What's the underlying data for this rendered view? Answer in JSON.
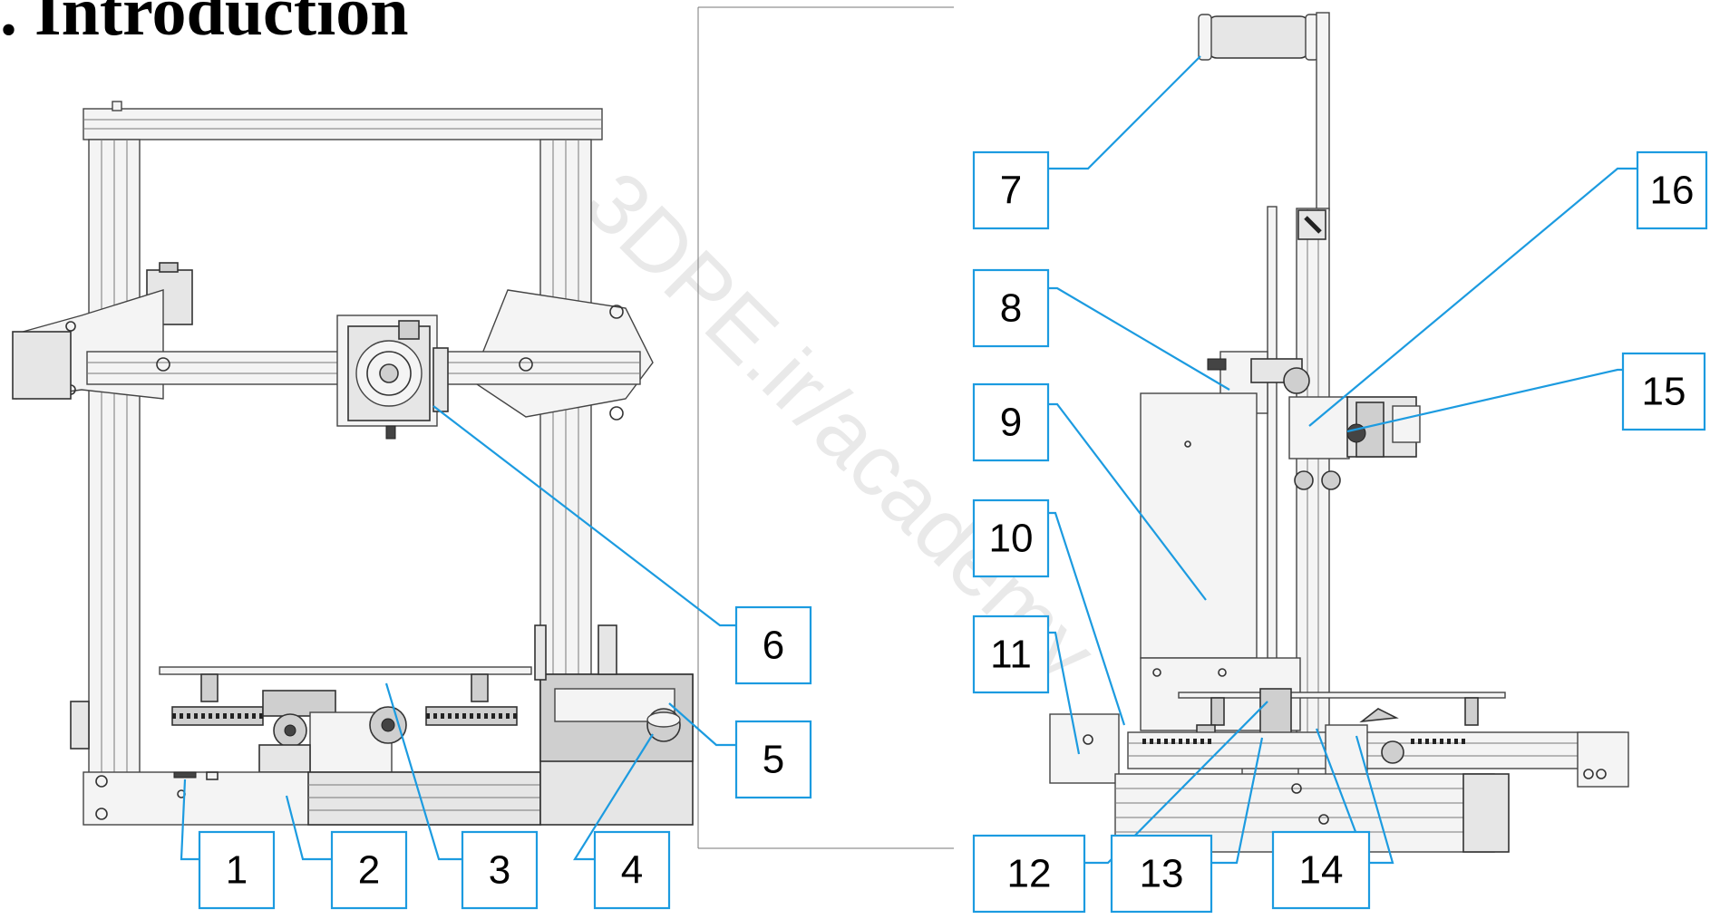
{
  "title": ". Introduction",
  "watermark": "3DPE.ir/academy",
  "colors": {
    "callout": "#1c9be0",
    "line": "#333333"
  },
  "callouts": [
    "1",
    "2",
    "3",
    "4",
    "5",
    "6",
    "7",
    "8",
    "9",
    "10",
    "11",
    "12",
    "13",
    "14",
    "15",
    "16"
  ]
}
